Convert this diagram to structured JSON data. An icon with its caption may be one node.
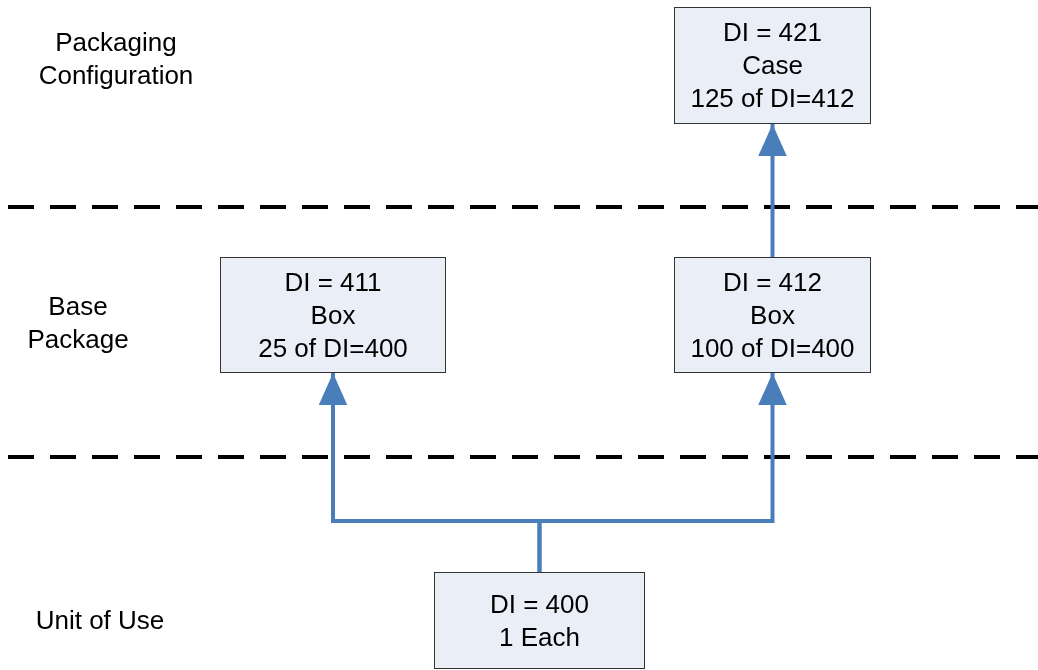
{
  "diagram": {
    "nodes": [
      {
        "text": [
          "DI = 421",
          "Case",
          "125 of DI=412"
        ]
      },
      {
        "text": [
          "DI = 411",
          "Box",
          "25 of DI=400"
        ]
      },
      {
        "text": [
          "DI = 412",
          "Box",
          "100 of DI=400"
        ]
      },
      {
        "text": [
          "DI = 400",
          "1 Each"
        ]
      }
    ],
    "edges": [
      {
        "from": 2,
        "to": 0,
        "arrow": "to"
      },
      {
        "from": 3,
        "to": 1,
        "arrow": "to"
      },
      {
        "from": 3,
        "to": 2,
        "arrow": "to"
      }
    ],
    "labels": [
      "Packaging Configuration",
      "Base Package",
      "Unit of Use"
    ]
  }
}
